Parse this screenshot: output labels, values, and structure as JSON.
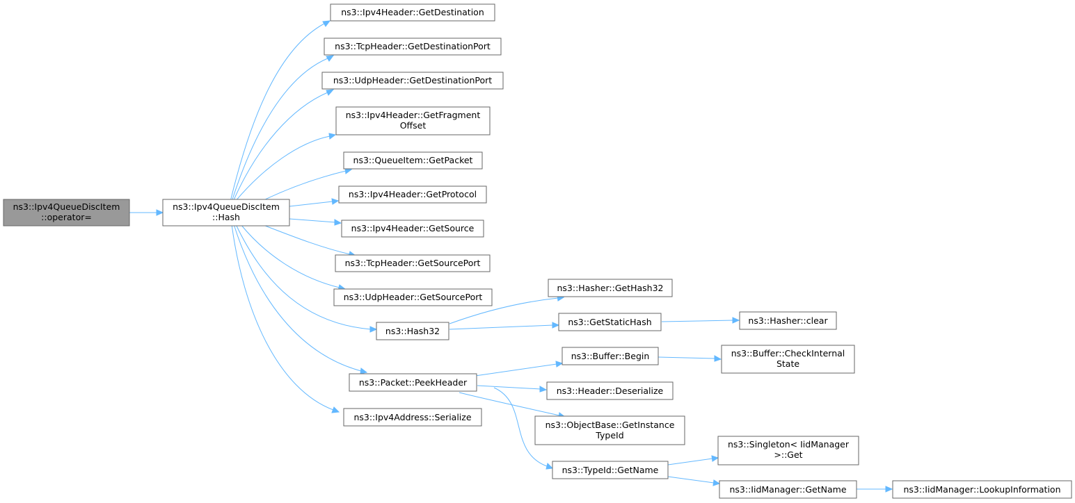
{
  "colors": {
    "edge": "#63b8ff",
    "node_border": "#666666",
    "root_fill": "#999999",
    "node_fill": "#ffffff"
  },
  "nodes": {
    "root": [
      "ns3::Ipv4QueueDiscItem",
      "::operator="
    ],
    "hash": [
      "ns3::Ipv4QueueDiscItem",
      "::Hash"
    ],
    "getdest": [
      "ns3::Ipv4Header::GetDestination"
    ],
    "tcpdport": [
      "ns3::TcpHeader::GetDestinationPort"
    ],
    "udpdport": [
      "ns3::UdpHeader::GetDestinationPort"
    ],
    "fragoff": [
      "ns3::Ipv4Header::GetFragment",
      "Offset"
    ],
    "getpacket": [
      "ns3::QueueItem::GetPacket"
    ],
    "getproto": [
      "ns3::Ipv4Header::GetProtocol"
    ],
    "getsource": [
      "ns3::Ipv4Header::GetSource"
    ],
    "tcpsport": [
      "ns3::TcpHeader::GetSourcePort"
    ],
    "udpsport": [
      "ns3::UdpHeader::GetSourcePort"
    ],
    "hash32": [
      "ns3::Hash32"
    ],
    "peek": [
      "ns3::Packet::PeekHeader"
    ],
    "serialize": [
      "ns3::Ipv4Address::Serialize"
    ],
    "gethash32": [
      "ns3::Hasher::GetHash32"
    ],
    "statichash": [
      "ns3::GetStaticHash"
    ],
    "clear": [
      "ns3::Hasher::clear"
    ],
    "begin": [
      "ns3::Buffer::Begin"
    ],
    "checkint": [
      "ns3::Buffer::CheckInternal",
      "State"
    ],
    "deser": [
      "ns3::Header::Deserialize"
    ],
    "instid": [
      "ns3::ObjectBase::GetInstance",
      "TypeId"
    ],
    "typename": [
      "ns3::TypeId::GetName"
    ],
    "singleton": [
      "ns3::Singleton< IidManager",
      ">::Get"
    ],
    "iidname": [
      "ns3::IidManager::GetName"
    ],
    "lookup": [
      "ns3::IidManager::LookupInformation"
    ]
  }
}
